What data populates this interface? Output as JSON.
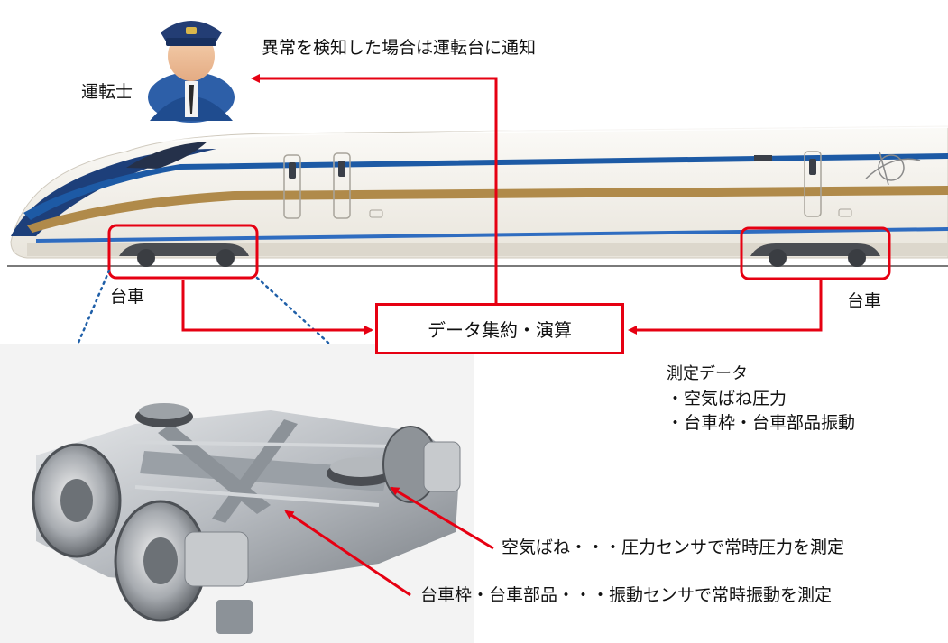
{
  "driver": {
    "label": "運転士",
    "notify_text": "異常を検知した場合は運転台に通知"
  },
  "train": {
    "bogie_left_label": "台車",
    "bogie_right_label": "台車"
  },
  "aggregation": {
    "box_label": "データ集約・演算"
  },
  "measurement": {
    "title": "測定データ",
    "items": [
      "・空気ばね圧力",
      "・台車枠・台車部品振動"
    ]
  },
  "sensors": {
    "air_spring": "空気ばね・・・圧力センサで常時圧力を測定",
    "frame": "台車枠・台車部品・・・振動センサで常時振動を測定"
  },
  "colors": {
    "accent": "#e60012",
    "dotted": "#1f5fa8",
    "train_body": "#f4f1ea",
    "train_stripe_gold": "#b08a4a",
    "train_stripe_blue": "#1d5aa5"
  }
}
